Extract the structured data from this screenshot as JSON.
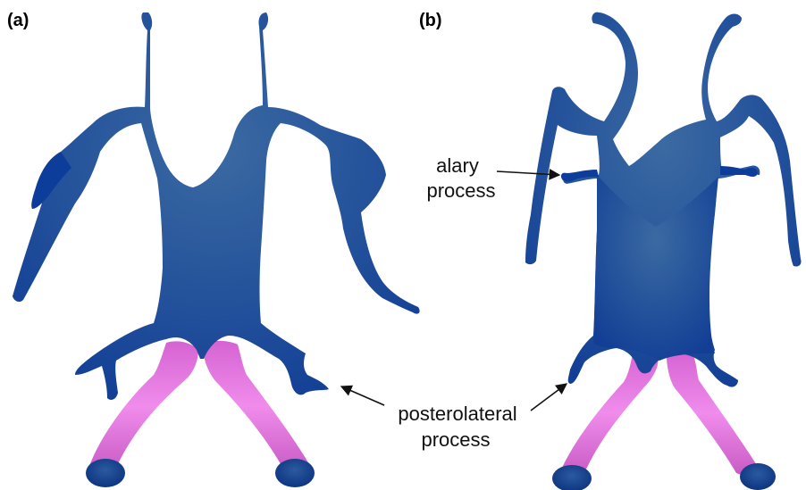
{
  "panels": [
    {
      "label": "(a)"
    },
    {
      "label": "(b)"
    }
  ],
  "annotations": {
    "alary": [
      "alary",
      "process"
    ],
    "posterolateral": [
      "posterolateral",
      "process"
    ]
  },
  "colors": {
    "cartilage_dark": "#0d3d9a",
    "cartilage_light": "#3a6aa3",
    "bone_pink": "#e98ae6",
    "bone_pink_dark": "#c85bc4",
    "arrow": "#111111"
  }
}
